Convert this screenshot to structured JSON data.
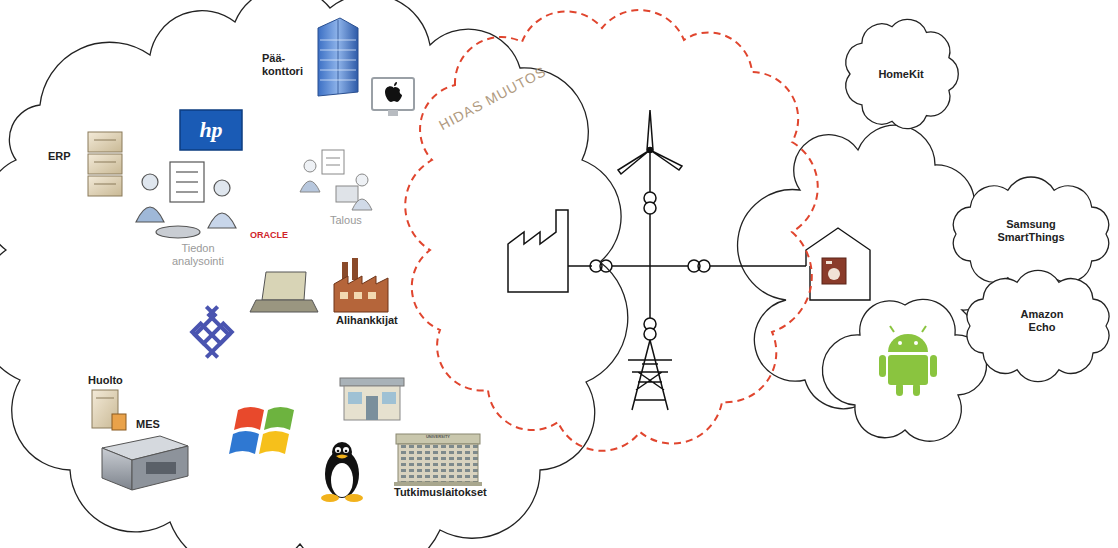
{
  "diagram": {
    "nodes": [
      {
        "text": [
          "Pää- konttori",
          "ERP",
          "Talous",
          "ORACLE",
          "Tiedon analysointi",
          "Alihankkijat",
          "Huolto",
          "MES",
          "Tutkimuslaitokset"
        ]
      },
      {
        "text": [
          "HIDAS MUUTOS"
        ]
      },
      {
        "text": [
          "HomeKit"
        ]
      },
      {
        "text": [
          "Samsung SmartThings"
        ]
      },
      {
        "text": [
          "Amazon Echo"
        ]
      }
    ],
    "labels": [
      "hp",
      "UNIVERSITY"
    ]
  }
}
